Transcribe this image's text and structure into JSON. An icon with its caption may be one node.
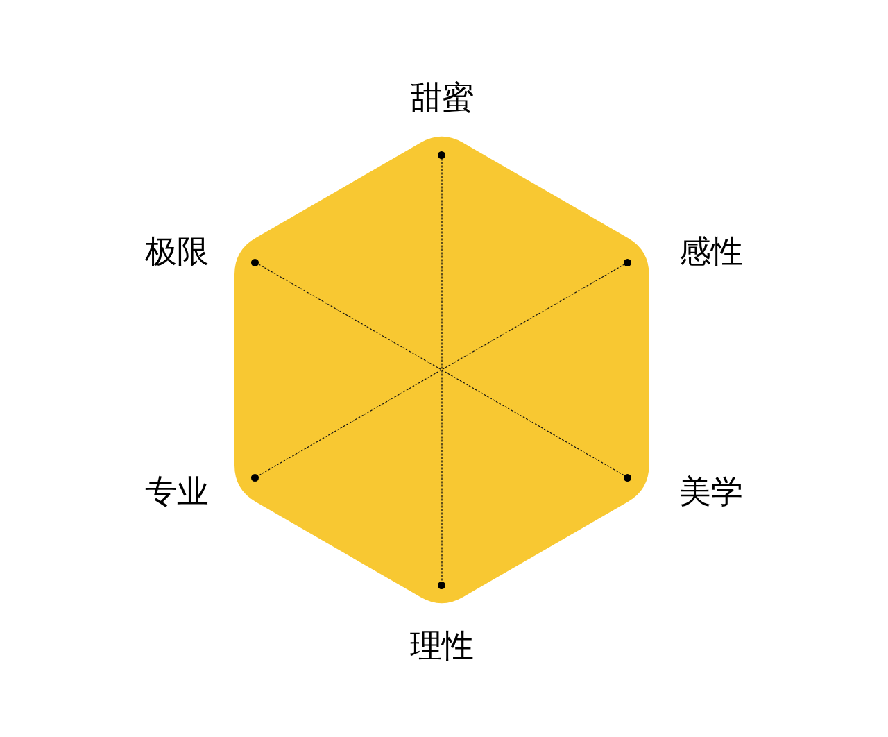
{
  "diagram": {
    "nodes": [
      {
        "text": [],
        "shape": "hexagon"
      },
      {
        "text": [],
        "shape": "circle",
        "in": 0,
        "beside": [
          "甜蜜"
        ]
      },
      {
        "text": [],
        "shape": "circle",
        "in": 0,
        "beside": [
          "极限"
        ]
      },
      {
        "text": [],
        "shape": "circle",
        "in": 0,
        "beside": [
          "感性"
        ]
      },
      {
        "text": [],
        "shape": "circle",
        "in": 0,
        "beside": [
          "专业"
        ]
      },
      {
        "text": [],
        "shape": "circle",
        "in": 0,
        "beside": [
          "美学"
        ]
      },
      {
        "text": [],
        "shape": "circle",
        "in": 0,
        "beside": [
          "理性"
        ]
      }
    ],
    "edges": [
      {
        "from": 1,
        "to": 6,
        "arrow": "none",
        "style": "dashed"
      },
      {
        "from": 2,
        "to": 5,
        "arrow": "none",
        "style": "dashed"
      },
      {
        "from": 3,
        "to": 4,
        "arrow": "none",
        "style": "dashed"
      }
    ]
  }
}
